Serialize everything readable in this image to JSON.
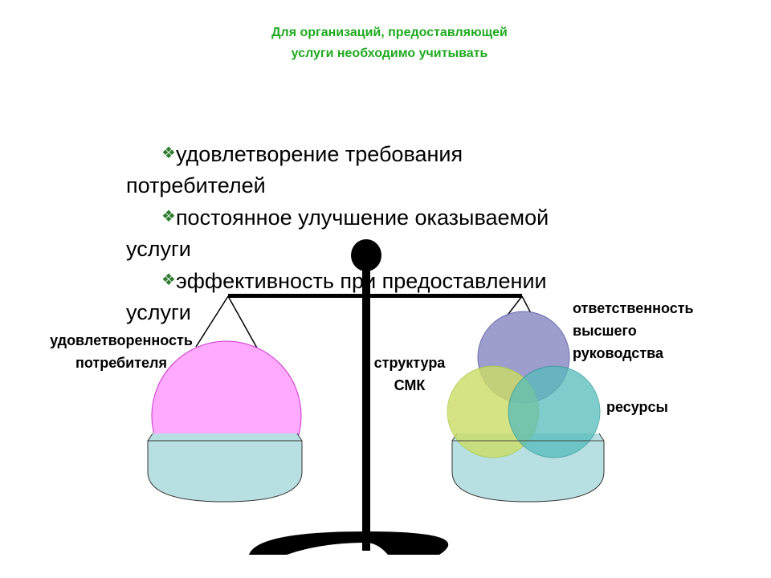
{
  "title": {
    "line1": "Для организаций, предоставляющей",
    "line2": "услуги необходимо учитывать"
  },
  "bullets": [
    {
      "icon": "diamond-bullet-icon",
      "text1": "удовлетворение требования",
      "text2": "потребителей"
    },
    {
      "icon": "diamond-bullet-icon",
      "text1": "постоянное улучшение оказываемой",
      "text2": "услуги"
    },
    {
      "icon": "diamond-bullet-icon",
      "text1": "эффективность при предоставлении",
      "text2": "услуги"
    }
  ],
  "bullet_glyph": "❖",
  "labels": {
    "left1": "удовлетворенность",
    "left2": "потребителя",
    "resp1": "ответственность",
    "resp2": "высшего",
    "resp3": "руководства",
    "qms1": "структура",
    "qms2": "СМК",
    "resources": "ресурсы"
  },
  "colors": {
    "title": "#1faa1f",
    "pink": "#ffaaff",
    "pan": "#b8dfe2",
    "purple": "#9999cc",
    "green": "#ccdd77",
    "teal": "#66c4c4"
  }
}
